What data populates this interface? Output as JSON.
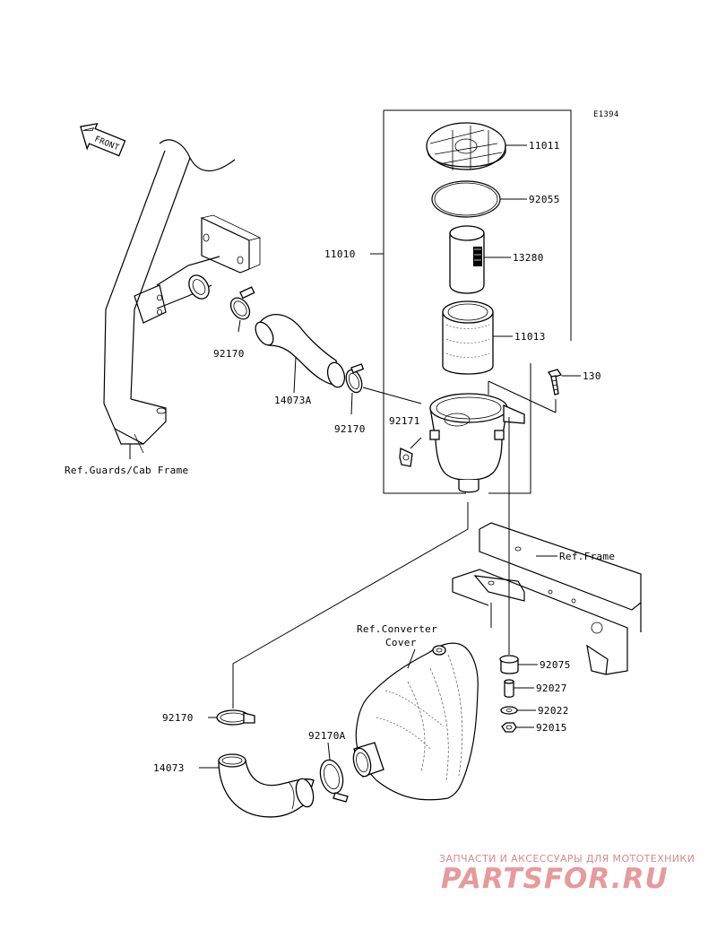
{
  "diagram_code": "E1394",
  "front_label": "FRONT",
  "labels": {
    "p11011": "11011",
    "p92055": "92055",
    "p11010": "11010",
    "p13280": "13280",
    "p11013": "11013",
    "p130": "130",
    "p92170_a": "92170",
    "p14073A": "14073A",
    "p92170_b": "92170",
    "p92171": "92171",
    "ref_guards": "Ref.Guards/Cab Frame",
    "ref_frame": "Ref.Frame",
    "ref_converter_1": "Ref.Converter",
    "ref_converter_2": "Cover",
    "p92075": "92075",
    "p92027": "92027",
    "p92022": "92022",
    "p92015": "92015",
    "p92170_c": "92170",
    "p92170A": "92170A",
    "p14073": "14073"
  },
  "watermark": {
    "tagline": "ЗАПЧАСТИ И АКСЕССУАРЫ ДЛЯ МОТОТЕХНИКИ",
    "brand": "PARTSFOR.RU"
  },
  "colors": {
    "ink": "#000000",
    "watermark": "#e79a9c"
  }
}
